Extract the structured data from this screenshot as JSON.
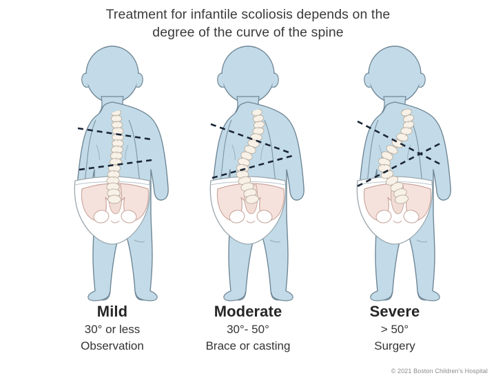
{
  "page": {
    "background_color": "#ffffff",
    "title_line_1": "Treatment for infantile scoliosis depends on the",
    "title_line_2": "degree of the curve of the spine",
    "copyright": "© 2021 Boston Children's Hospital"
  },
  "colors": {
    "body_fill": "#c3dbe8",
    "body_fill_light": "#cfe2ec",
    "body_outline": "#6f8796",
    "bone_fill": "#f7f1e8",
    "bone_outline": "#b9ab9b",
    "pelvis_fill": "#f6e2dc",
    "pelvis_outline": "#c9a79e",
    "diaper_fill": "#ffffff",
    "diaper_outline": "#9aa7ae",
    "dash_line": "#1a2535",
    "title_text": "#3a3a3a",
    "caption_text": "#262626",
    "copyright_text": "#8a8a8a"
  },
  "figures": [
    {
      "id": "mild",
      "name": "Mild",
      "degree_text": "30° or less",
      "treatment_text": "Observation",
      "severity_label": "mild-scoliosis-infant-figure"
    },
    {
      "id": "moderate",
      "name": "Moderate",
      "degree_text": "30°- 50°",
      "treatment_text": "Brace or casting",
      "severity_label": "moderate-scoliosis-infant-figure"
    },
    {
      "id": "severe",
      "name": "Severe",
      "degree_text": "> 50°",
      "treatment_text": "Surgery",
      "severity_label": "severe-scoliosis-infant-figure"
    }
  ]
}
